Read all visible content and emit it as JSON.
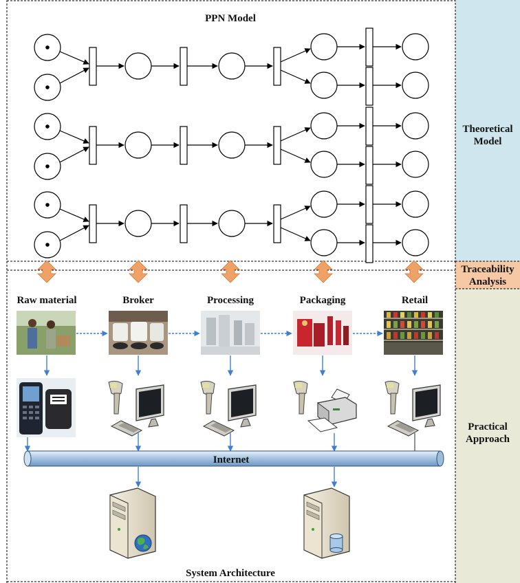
{
  "diagram": {
    "top_title": "PPN Model",
    "bottom_title": "System Architecture",
    "side_labels": {
      "theoretical_line1": "Theoretical",
      "theoretical_line2": "Model",
      "traceability_line1": "Traceability",
      "traceability_line2": "Analysis",
      "practical_line1": "Practical",
      "practical_line2": "Approach"
    },
    "stages": [
      "Raw material",
      "Broker",
      "Processing",
      "Packaging",
      "Retail"
    ],
    "network_label": "Internet",
    "colors": {
      "theoretical_panel": "#cfe6ee",
      "traceability_panel": "#f6c9a4",
      "practical_panel": "#e8ead7",
      "arrow": "#f0a266",
      "link": "#3f7fcf",
      "pipe": "#aac8e4"
    }
  }
}
